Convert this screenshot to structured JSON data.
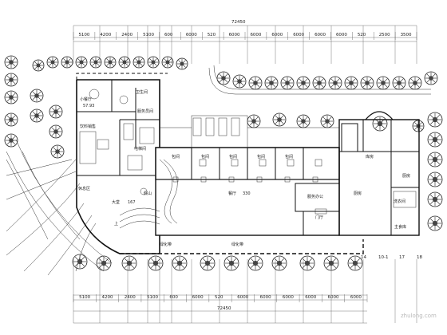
{
  "drawing": {
    "top_total": "72450",
    "bottom_total": "72450",
    "top_dims": [
      "5100",
      "4200",
      "2400",
      "5100",
      "600",
      "6000",
      "520",
      "6000",
      "6000",
      "6000",
      "6000",
      "6000",
      "6000",
      "520",
      "2500",
      "3500"
    ],
    "bottom_dims": [
      "5100",
      "4200",
      "2400",
      "5100",
      "600",
      "6000",
      "520",
      "6000",
      "6000",
      "6000",
      "6000",
      "6000",
      "6000"
    ],
    "bottom_axis_labels": [
      "14",
      "10-1",
      "17",
      "18"
    ]
  },
  "rooms": {
    "xiaocanting": "小餐厅",
    "xiaocanting_area": "57.93",
    "weishengjian": "卫生间",
    "fuwujian": "服务员间",
    "yinshi": "饮料销售",
    "xiuxiqu": "休息区",
    "dianti": "电梯间",
    "dating": "大堂",
    "dating_area": "167",
    "baojian_a": "包间",
    "baojian_b": "包间",
    "baojian_c": "包间",
    "baojian_d": "包间",
    "baojian_e": "包间",
    "canting": "餐厅",
    "canting_area": "330",
    "fuwuban": "服务办公",
    "menting": "门厅",
    "chufang": "厨房",
    "chufang2": "厨房",
    "jiashan": "假山",
    "shang": "上",
    "ruhua": "绿化带",
    "lvhuadai": "绿化带",
    "xiyi": "洗衣间",
    "zhushi": "主食库",
    "cangku": "库房"
  },
  "watermark": "zhulong.com"
}
